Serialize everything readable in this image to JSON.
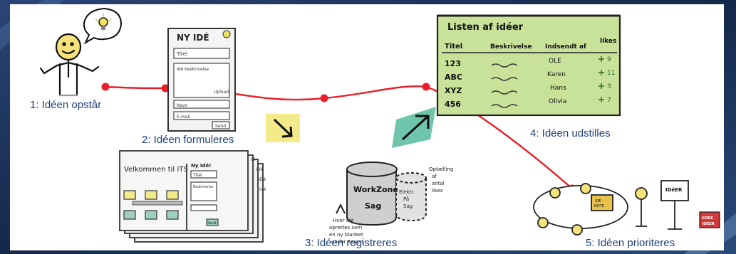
{
  "steps": [
    {
      "label": "1: Idéen opstår"
    },
    {
      "label": "2: Idéen formuleres"
    },
    {
      "label": "3: Idéen registreres"
    },
    {
      "label": "4: Idéen udstilles"
    },
    {
      "label": "5: Idéen prioriteres"
    }
  ],
  "form_sketch": {
    "title": "NY IDÉ",
    "field_title": "Titel",
    "field_description": "Idé beskrivelse",
    "upload": "Upload",
    "field_name": "Navn",
    "field_email": "E-mail",
    "send": "Send"
  },
  "portal_sketch": {
    "welcome": "Velkommen til ITS",
    "sidebar_title": "Ny Idé!",
    "field_title": "Titel",
    "field_description": "Beskrivelse",
    "send": "Send",
    "page_tabs": [
      "ID",
      "IDé",
      "IDé",
      "Idé"
    ]
  },
  "database_sketch": {
    "db_label_1": "WorkZone",
    "db_label_2": "Sag",
    "side_label_1": "Elektr.",
    "side_label_2": "På",
    "side_label_3": "Sag",
    "note_top": [
      "Optælling",
      "af",
      "antal",
      "likes"
    ],
    "note_bottom": [
      "Hver idé",
      "oprettes som",
      "en ny blanket",
      "under Sagen"
    ]
  },
  "board_sketch": {
    "title": "Listen af idéer",
    "columns": [
      "Titel",
      "Beskrivelse",
      "Indsendt af",
      "likes"
    ],
    "rows": [
      {
        "title": "123",
        "author": "OLE",
        "likes": "9"
      },
      {
        "title": "ABC",
        "author": "Karen",
        "likes": "11"
      },
      {
        "title": "XYZ",
        "author": "Hans",
        "likes": "3"
      },
      {
        "title": "456",
        "author": "Olivia",
        "likes": "7"
      }
    ]
  },
  "meeting_sketch": {
    "whiteboard_label": "IDéER",
    "table_note": [
      "IDÉ",
      "NOTE"
    ],
    "stand_label": [
      "GODE",
      "IDÉER"
    ]
  },
  "colors": {
    "panel_border": "#1a2f55",
    "timeline": "#e8202a",
    "label_text": "#1f3f7a",
    "board_green": "#c9e29a",
    "arrow_yellow": "#f3ea8a",
    "arrow_teal": "#5fbfa3",
    "box_red": "#d23a3a"
  },
  "icons": [
    "lightbulb-icon",
    "person-icon",
    "arrow-down-right-icon",
    "arrow-up-right-icon",
    "database-icon"
  ]
}
